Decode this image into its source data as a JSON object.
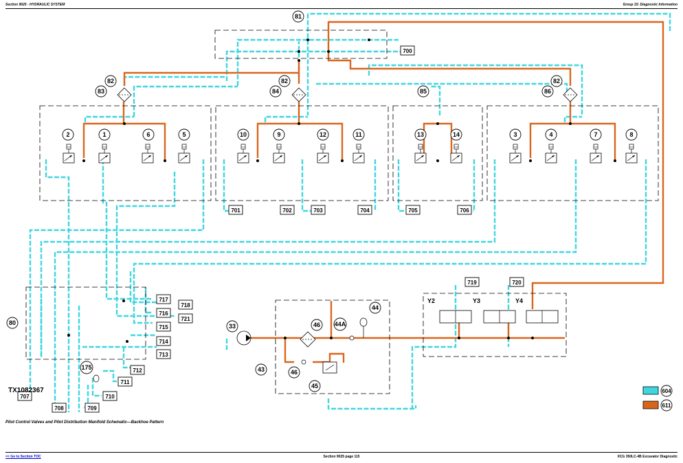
{
  "header": {
    "left": "Section 9025 - HYDRAULIC SYSTEM",
    "right": "Group 15: Diagnostic Information"
  },
  "figure": {
    "id": "TX1082367",
    "caption": "Pilot Control Valves and Pilot Distribution Manifold Schematic—Backhoe Pattern"
  },
  "footer": {
    "link": "<< Go to Section TOC",
    "page": "Section 9025 page 115",
    "doc": "XCG 350LC-4B Excavator Diagnostic"
  },
  "colors": {
    "pilot": "#3fd6e0",
    "pump": "#d9651c"
  },
  "legend": [
    {
      "color": "#3fd6e0",
      "label": "604"
    },
    {
      "color": "#d9651c",
      "label": "611"
    }
  ],
  "callouts": {
    "c81": "81",
    "c82": "82",
    "c83": "83",
    "c84": "84",
    "c85": "85",
    "c86": "86",
    "c1": "1",
    "c2": "2",
    "c3": "3",
    "c4": "4",
    "c5": "5",
    "c6": "6",
    "c7": "7",
    "c8": "8",
    "c9": "9",
    "c10": "10",
    "c11": "11",
    "c12": "12",
    "c13": "13",
    "c14": "14",
    "c33": "33",
    "c43": "43",
    "c44": "44",
    "c44a": "44A",
    "c45": "45",
    "c46": "46",
    "c80": "80",
    "c175": "175"
  },
  "ports": {
    "p700": "700",
    "p701": "701",
    "p702": "702",
    "p703": "703",
    "p704": "704",
    "p705": "705",
    "p706": "706",
    "p707": "707",
    "p708": "708",
    "p709": "709",
    "p710": "710",
    "p711": "711",
    "p712": "712",
    "p713": "713",
    "p714": "714",
    "p715": "715",
    "p716": "716",
    "p717": "717",
    "p718": "718",
    "p719": "719",
    "p720": "720",
    "p721": "721"
  },
  "solenoids": {
    "y2": "Y2",
    "y3": "Y3",
    "y4": "Y4"
  }
}
